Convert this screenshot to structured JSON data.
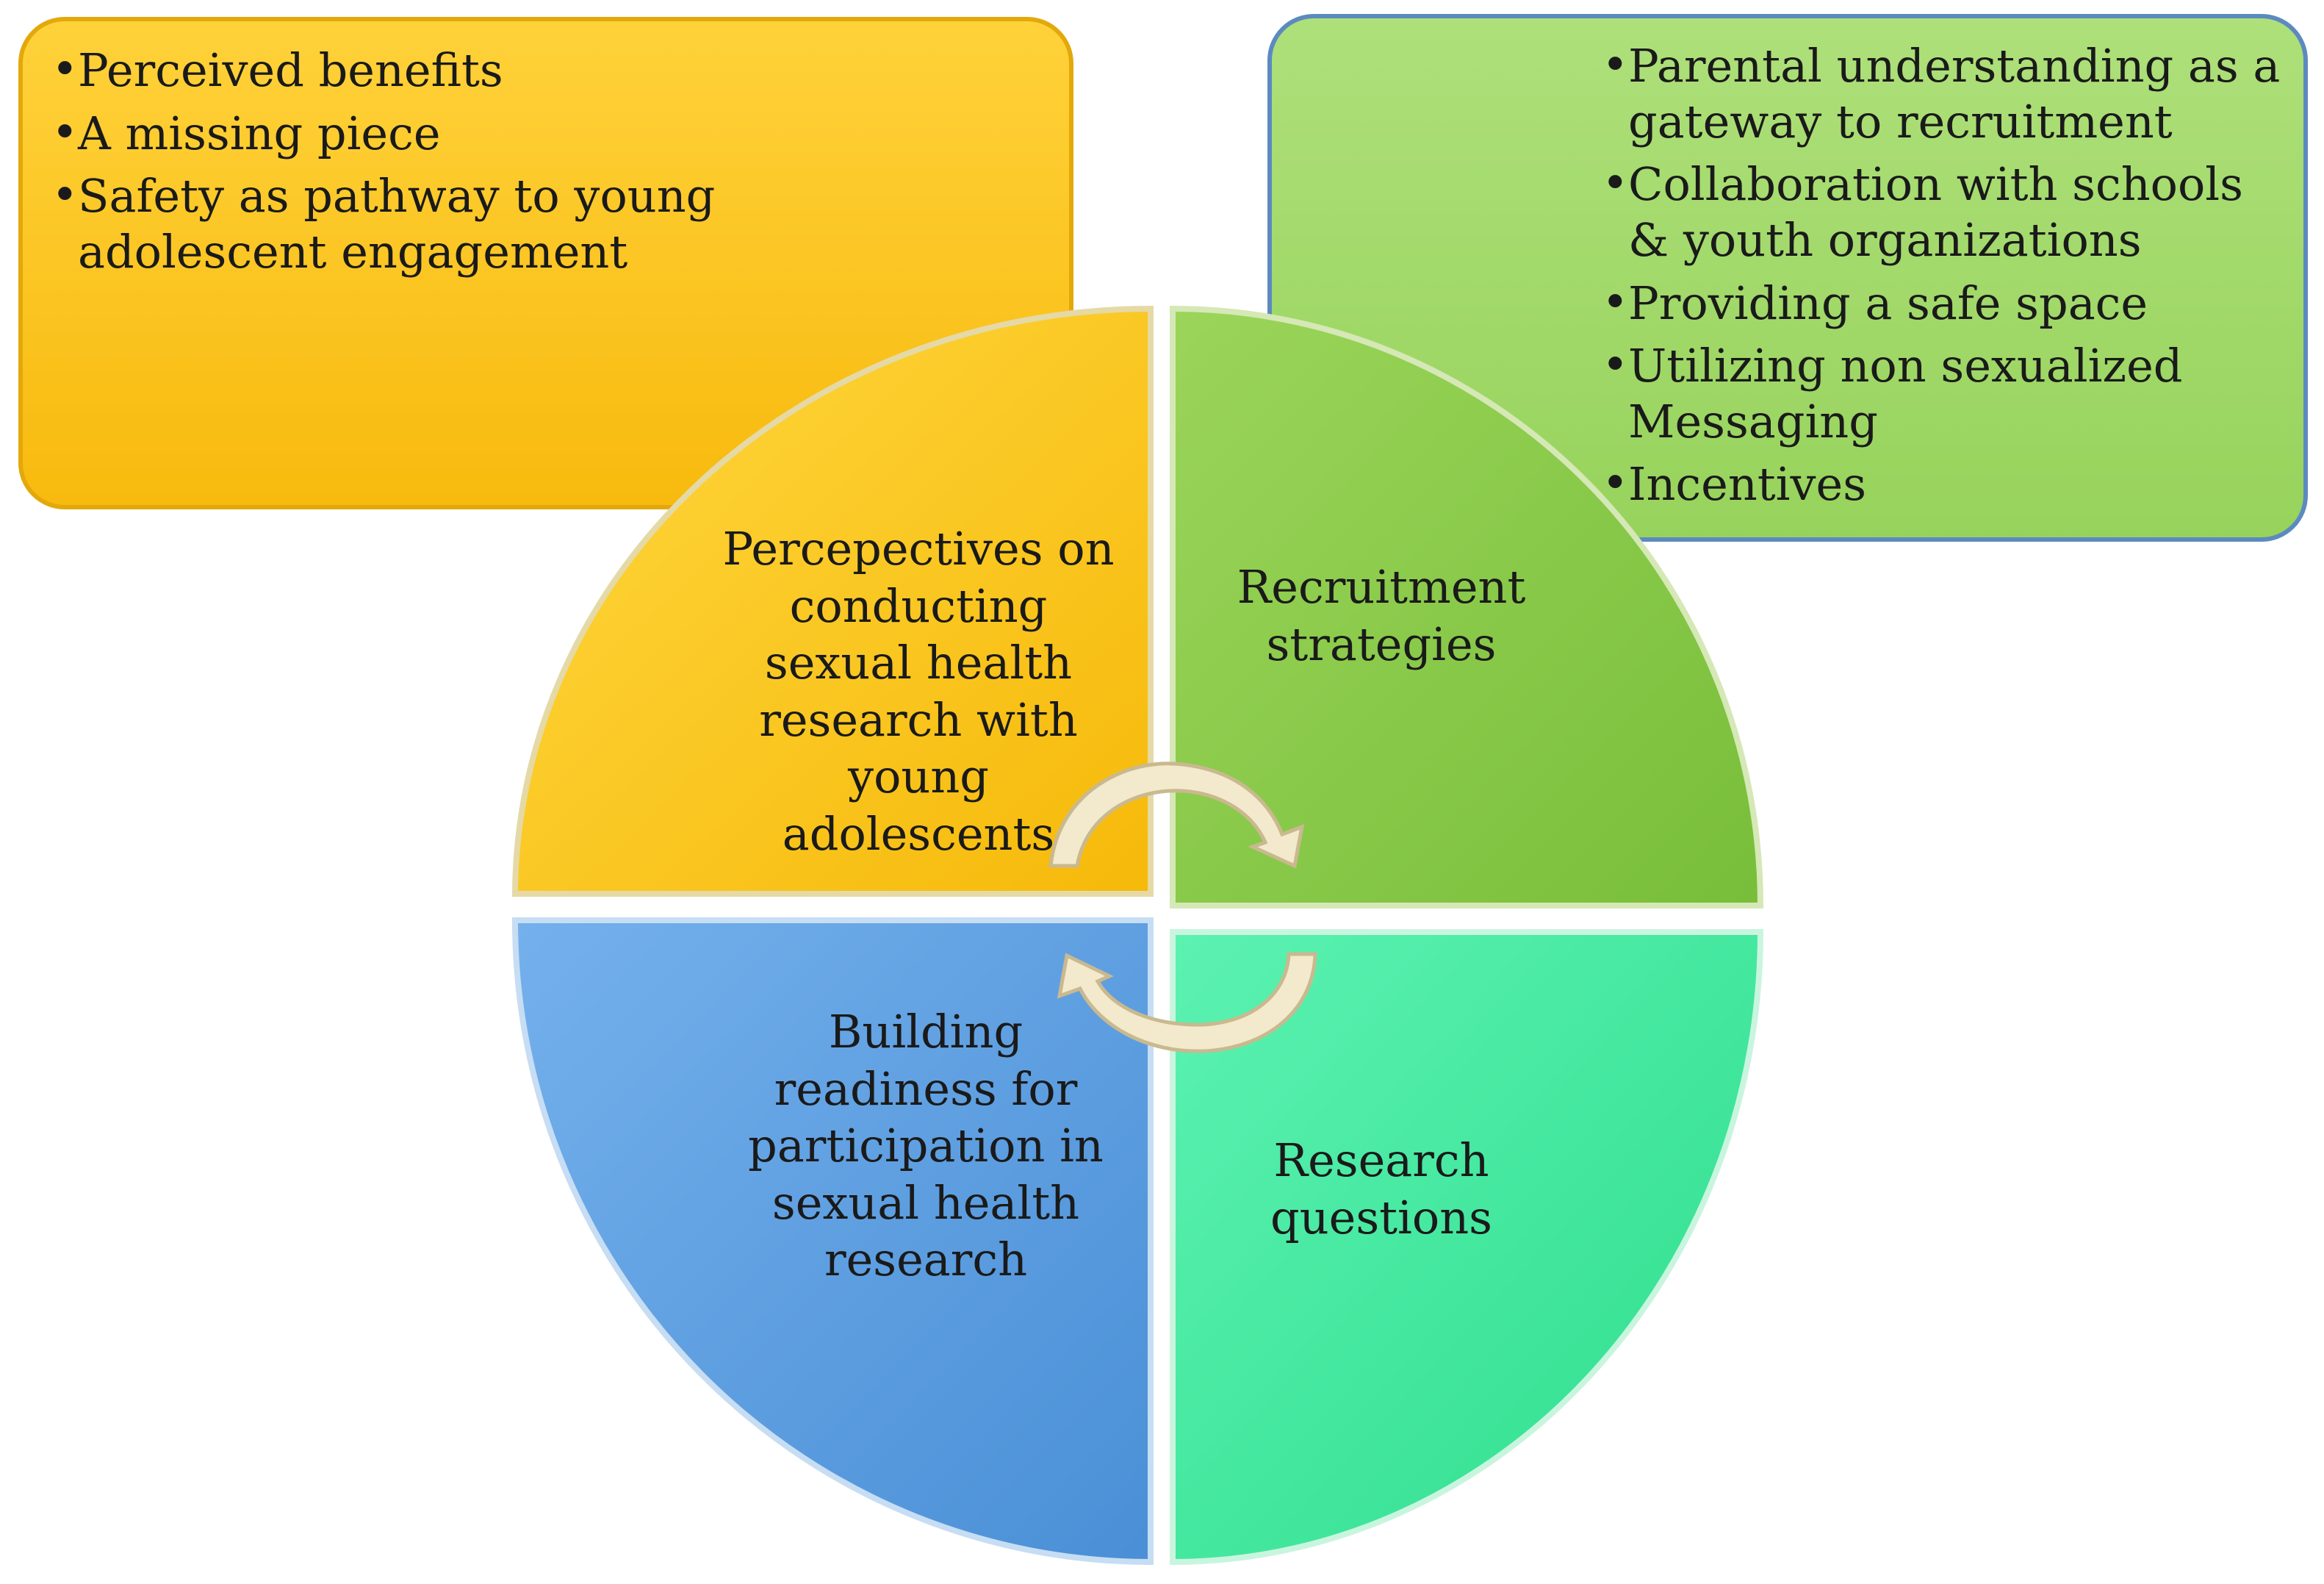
{
  "colors": {
    "yellow": "#FDC41F",
    "yellow_border": "#E0A500",
    "light_green": "#A3DA6C",
    "green_border": "#5A86B8",
    "green_quadrant": "#8DCB4A",
    "blue_quadrant": "#5A9EE0",
    "teal_quadrant": "#3FE89C",
    "arrow": "#F1E6C8"
  },
  "yellow_box": {
    "items": [
      {
        "lines": [
          "Perceived benefits"
        ]
      },
      {
        "lines": [
          "A missing piece"
        ]
      },
      {
        "lines": [
          "Safety as pathway to young",
          "adolescent engagement"
        ]
      }
    ]
  },
  "green_box": {
    "items": [
      {
        "lines": [
          "Parental understanding as a",
          "gateway to recruitment"
        ]
      },
      {
        "lines": [
          "Collaboration with schools",
          "& youth organizations"
        ]
      },
      {
        "lines": [
          "Providing a safe space"
        ]
      },
      {
        "lines": [
          "Utilizing non sexualized",
          "Messaging"
        ]
      },
      {
        "lines": [
          "Incentives"
        ]
      }
    ]
  },
  "quadrants": {
    "top_left": {
      "lines": [
        "Percepectives on",
        "conducting",
        "sexual health",
        "research with",
        "young",
        "adolescents"
      ]
    },
    "top_right": {
      "lines": [
        "Recruitment",
        "strategies"
      ]
    },
    "bottom_left": {
      "lines": [
        "Building",
        "readiness for",
        "participation in",
        "sexual health",
        "research"
      ]
    },
    "bottom_right": {
      "lines": [
        "Research",
        "questions"
      ]
    }
  },
  "icons": {
    "cycle": "circular-arrows-icon"
  }
}
